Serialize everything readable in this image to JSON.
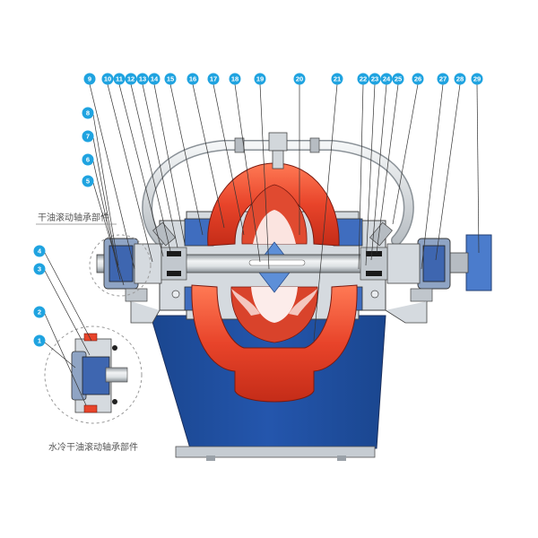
{
  "captions": {
    "dry_oil_bearing": "干油滚动轴承部件",
    "water_cooled_bearing": "水冷干油滚动轴承部件"
  },
  "callouts": {
    "top": [
      "9",
      "10",
      "11",
      "12",
      "13",
      "14",
      "15",
      "16",
      "17",
      "18",
      "19",
      "20",
      "21",
      "22",
      "23",
      "24",
      "25",
      "26",
      "27",
      "28",
      "29"
    ],
    "left": [
      "8",
      "7",
      "6",
      "5"
    ],
    "inset": [
      "4",
      "3",
      "2",
      "1"
    ]
  },
  "colors": {
    "badge": "#1fa3e0",
    "casing_blue": "#1e4fa0",
    "impeller_red": "#e8442a",
    "shaft_grey": "#c9ced3",
    "outline": "#333333"
  }
}
